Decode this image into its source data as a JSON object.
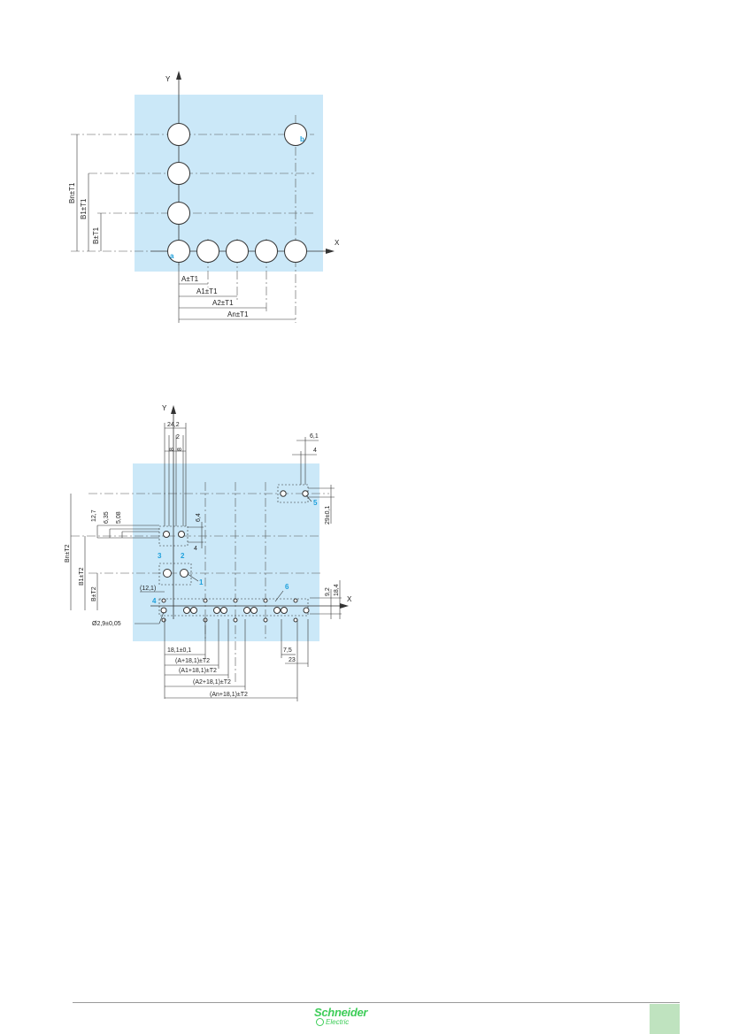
{
  "colors": {
    "plate": "#cbe8f8",
    "marker": "#1ea0dc",
    "brand": "#3dcd58",
    "tab": "#bfe3bf"
  },
  "diagram1": {
    "axis_x": "X",
    "axis_y": "Y",
    "marker_a": "a",
    "marker_b": "b",
    "dim_a": "A±T1",
    "dim_a1": "A1±T1",
    "dim_a2": "A2±T1",
    "dim_an": "An±T1",
    "dim_b": "B±T1",
    "dim_b1": "B1±T1",
    "dim_bn": "Bn±T1"
  },
  "diagram2": {
    "axis_x": "X",
    "axis_y": "Y",
    "top_242": "24,2",
    "top_2": "2",
    "top_8a": "8",
    "top_8b": "8",
    "top_61": "6,1",
    "top_4": "4",
    "left_127": "12,7",
    "left_635": "6,35",
    "left_508": "5,08",
    "left_64": "6,4",
    "left_4": "4",
    "right_29": "29±0,1",
    "right_92": "9,2",
    "right_184": "18,4",
    "dim_121": "(12,1)",
    "dim_hole": "Ø2,9±0,05",
    "dim_bn": "Bn±T2",
    "dim_b1": "B1±T2",
    "dim_b": "B±T2",
    "dim_181": "18,1±0,1",
    "dim_a": "(A+18,1)±T2",
    "dim_a1": "(A1+18,1)±T2",
    "dim_a2": "(A2+18,1)±T2",
    "dim_an": "(An+18,1)±T2",
    "dim_75": "7,5",
    "dim_23": "23",
    "mark_1": "1",
    "mark_2": "2",
    "mark_3": "3",
    "mark_4": "4",
    "mark_5": "5",
    "mark_6": "6"
  },
  "footer": {
    "brand_name": "Schneider",
    "brand_sub": "Electric"
  }
}
